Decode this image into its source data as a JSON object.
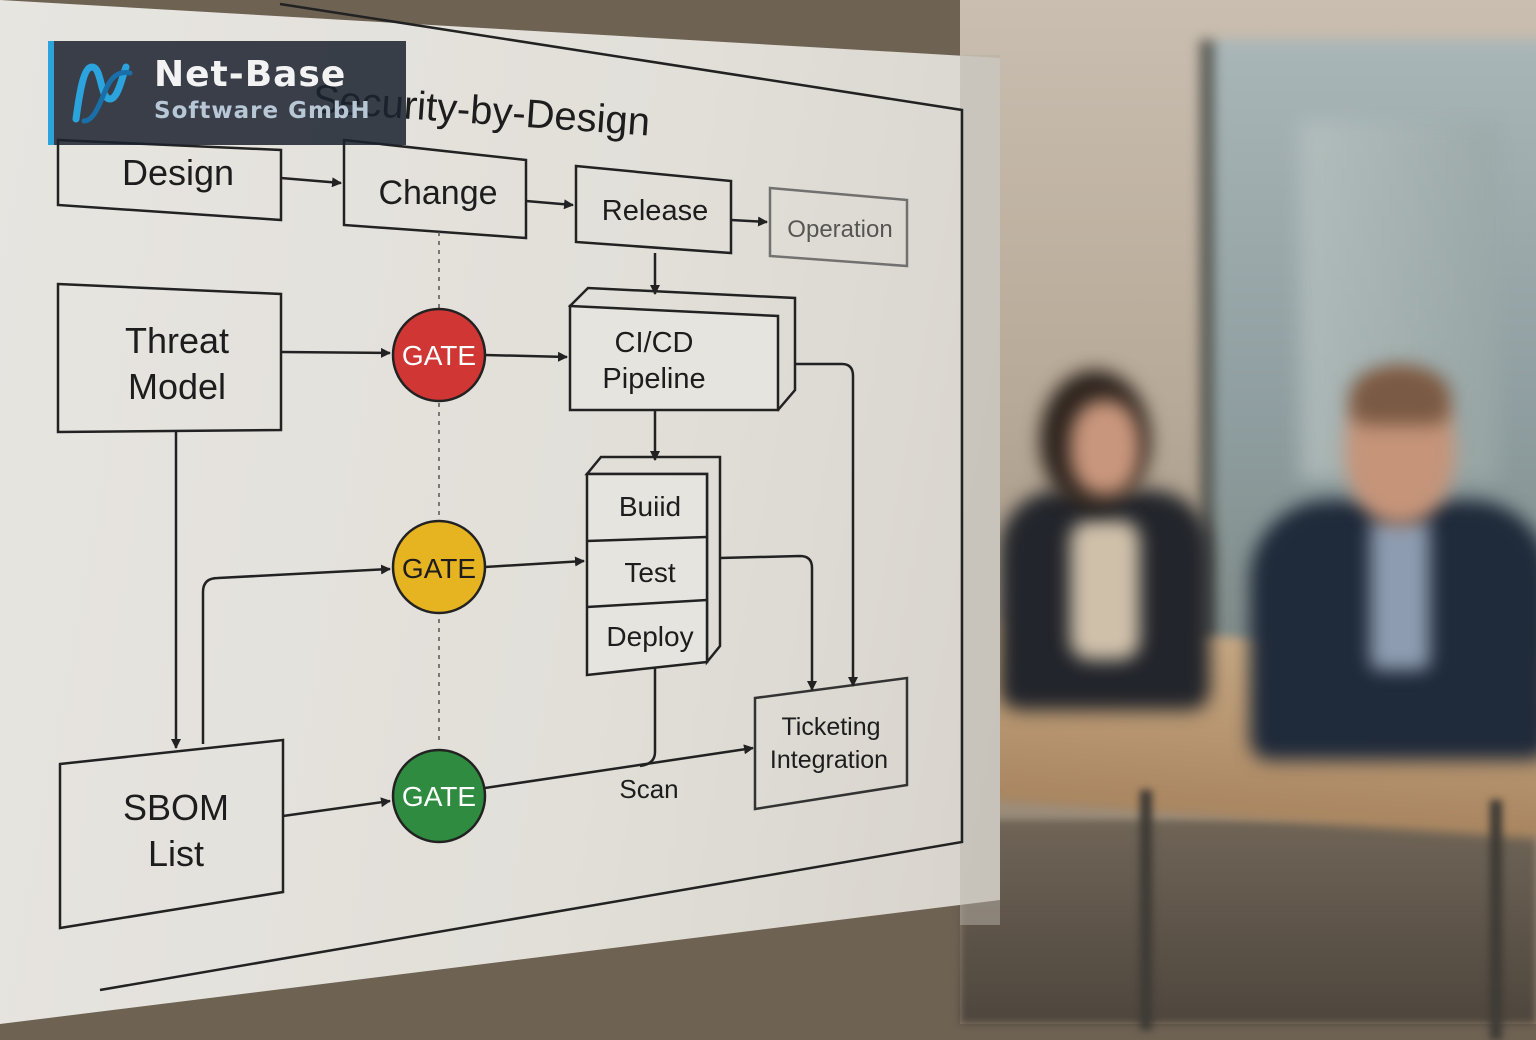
{
  "logo": {
    "name": "Net-Base",
    "subtitle": "Software GmbH",
    "accent_color": "#2ba3dd"
  },
  "diagram": {
    "title": "Security-by-Design",
    "stages": {
      "design": "Design",
      "change": "Change",
      "release": "Release",
      "operation": "Operation"
    },
    "threat_model": [
      "Threat",
      "Model"
    ],
    "sbom": [
      "SBOM",
      "List"
    ],
    "pipeline": [
      "CI/CD",
      "Pipeline"
    ],
    "steps": [
      "Buiid",
      "Test",
      "Deploy"
    ],
    "scan_label": "Scan",
    "ticketing": [
      "Ticketing",
      "Integration"
    ],
    "gates": [
      {
        "label": "GATE",
        "color": "#cf3634"
      },
      {
        "label": "GATE",
        "color": "#e6b321"
      },
      {
        "label": "GATE",
        "color": "#2e8b3f"
      }
    ]
  }
}
